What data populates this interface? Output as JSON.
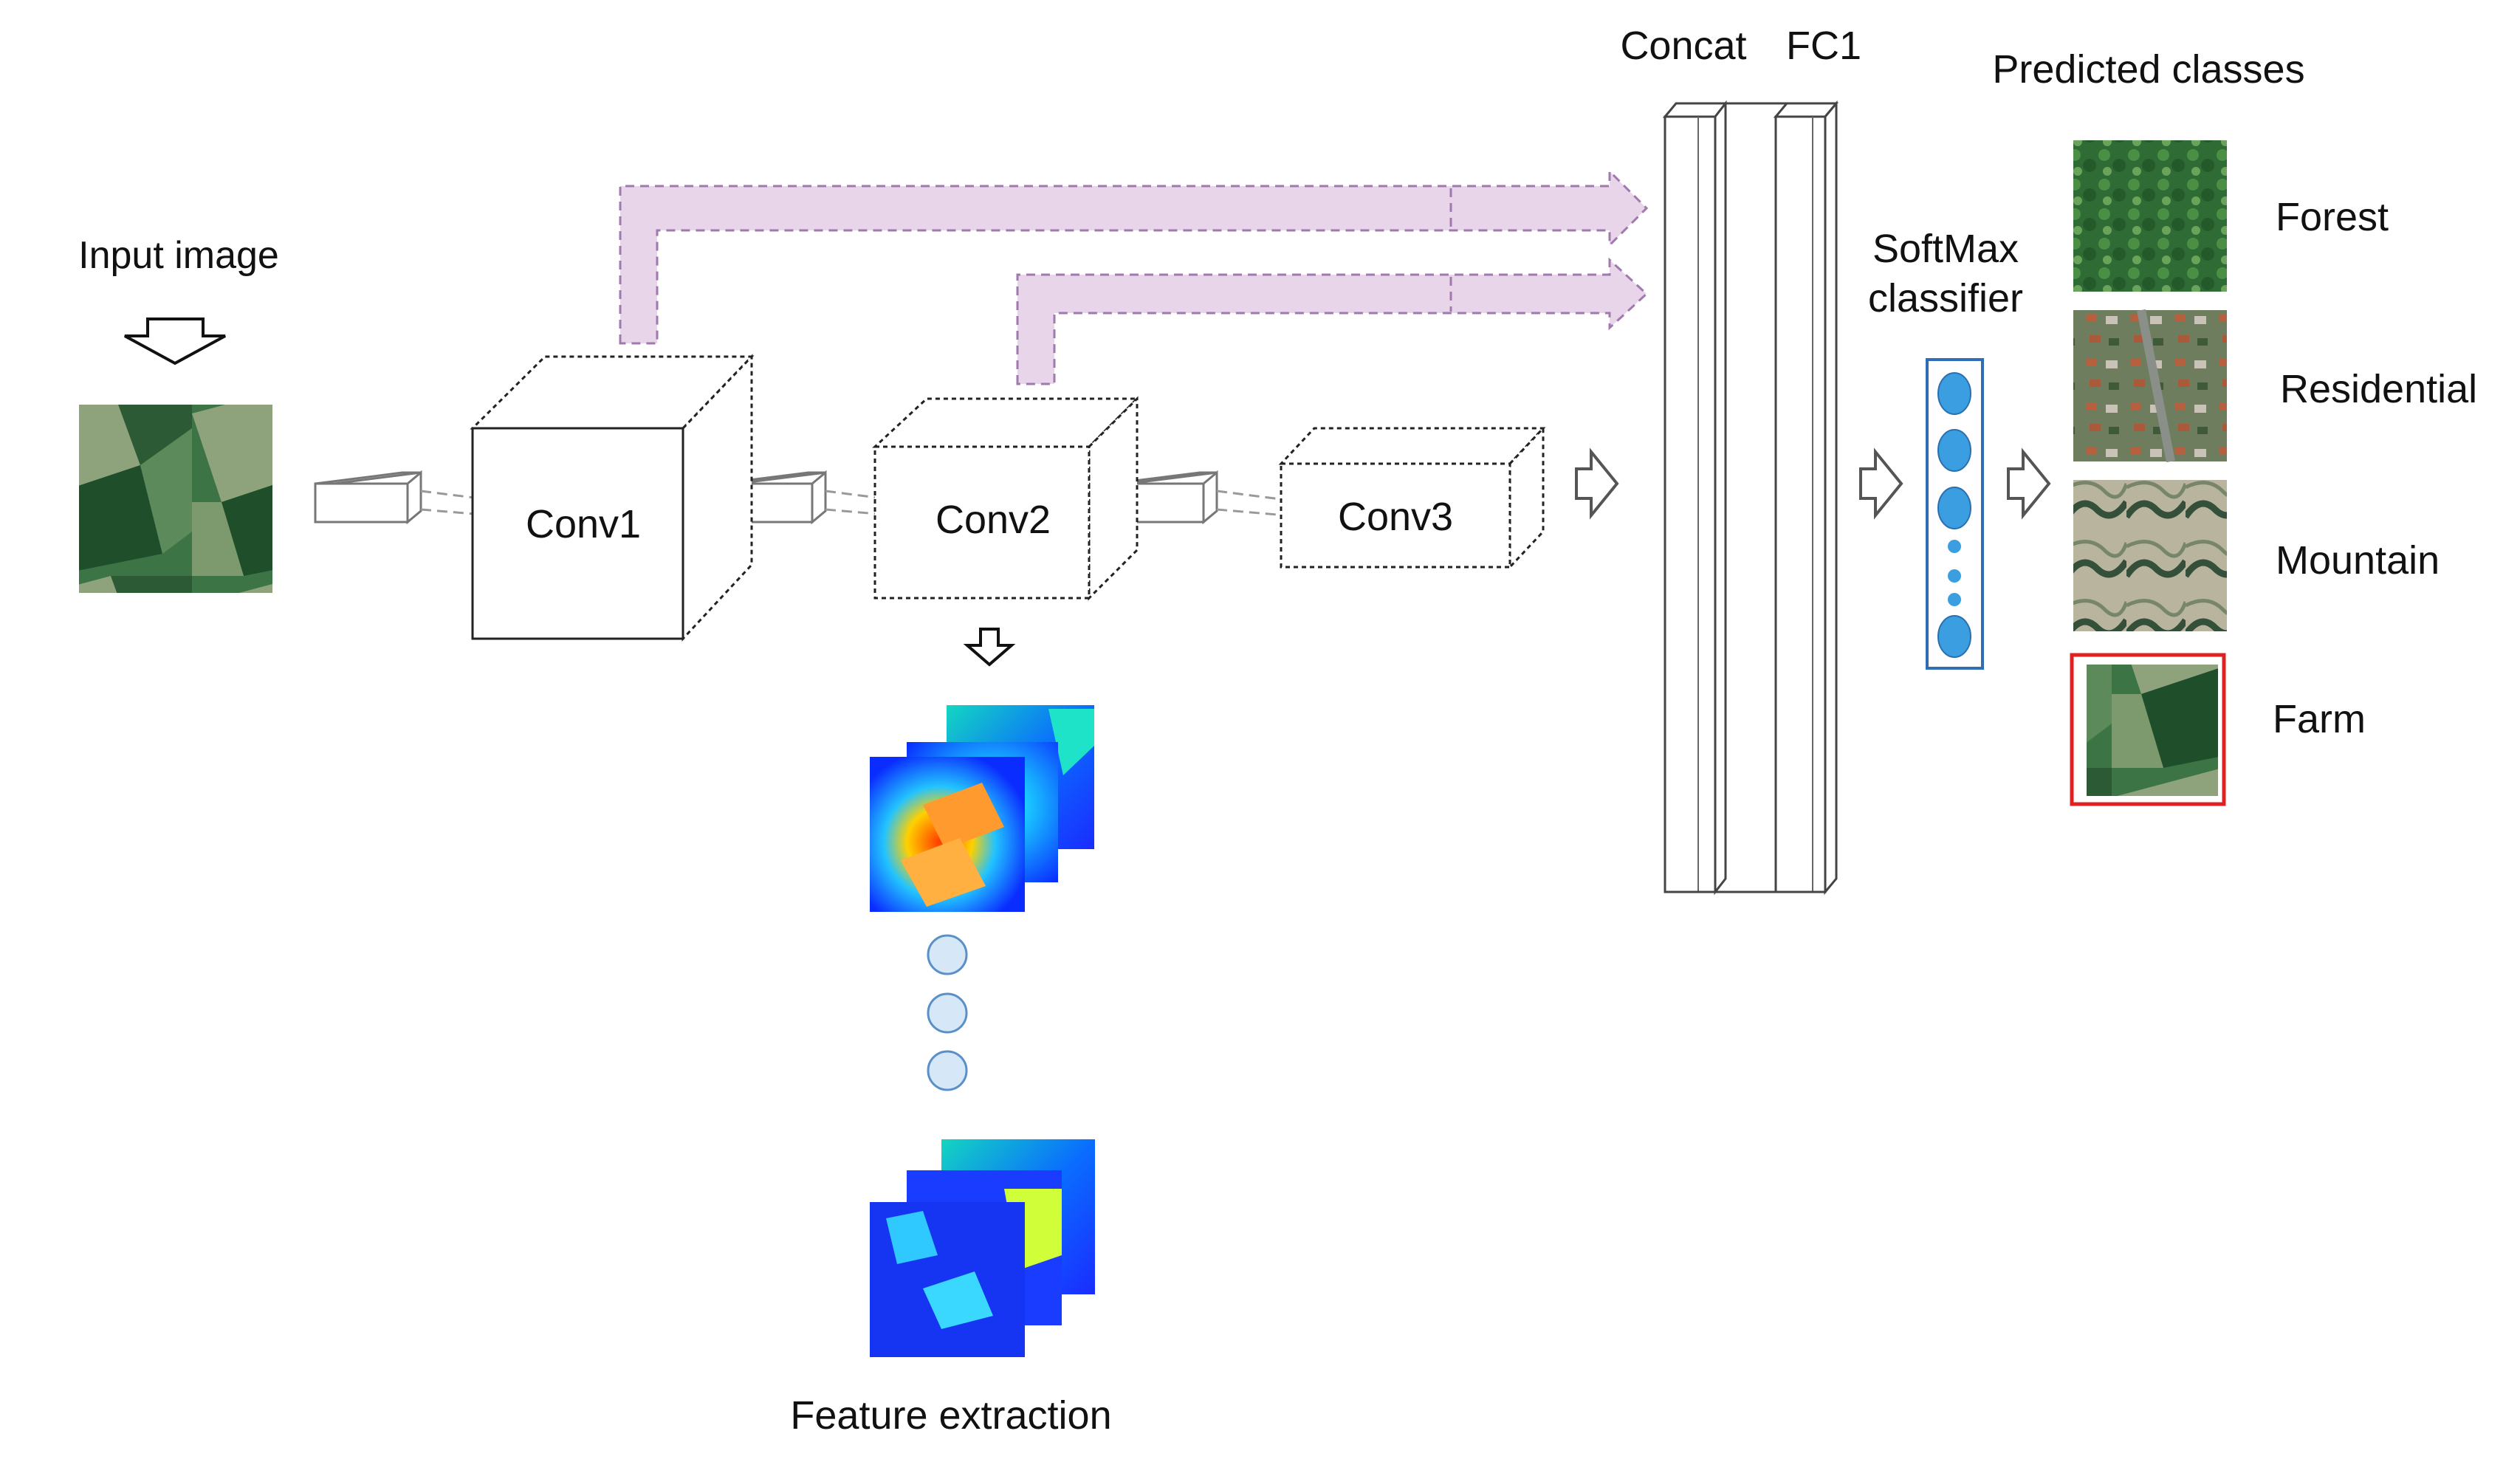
{
  "labels": {
    "input_image": "Input image",
    "conv1": "Conv1",
    "conv2": "Conv2",
    "conv3": "Conv3",
    "concat": "Concat",
    "fc1": "FC1",
    "softmax_line1": "SoftMax",
    "softmax_line2": "classifier",
    "predicted_classes": "Predicted classes",
    "feature_extraction": "Feature extraction"
  },
  "classes": [
    "Forest",
    "Residential",
    "Mountain",
    "Farm"
  ],
  "predicted_class": "Farm",
  "colors": {
    "skip_arrow_fill": "#e8d5ea",
    "skip_arrow_stroke": "#a07aae",
    "softmax_node": "#3a9ee0",
    "softmax_box": "#2f6db5",
    "feature_node": "#d6e8f8",
    "feature_node_stroke": "#5b8fc7",
    "highlight": "#e02020",
    "farm_green": "#2f6a3c"
  },
  "icons": {
    "flow_arrow": "hollow-arrow-icon",
    "down_arrow": "hollow-down-arrow-icon"
  }
}
